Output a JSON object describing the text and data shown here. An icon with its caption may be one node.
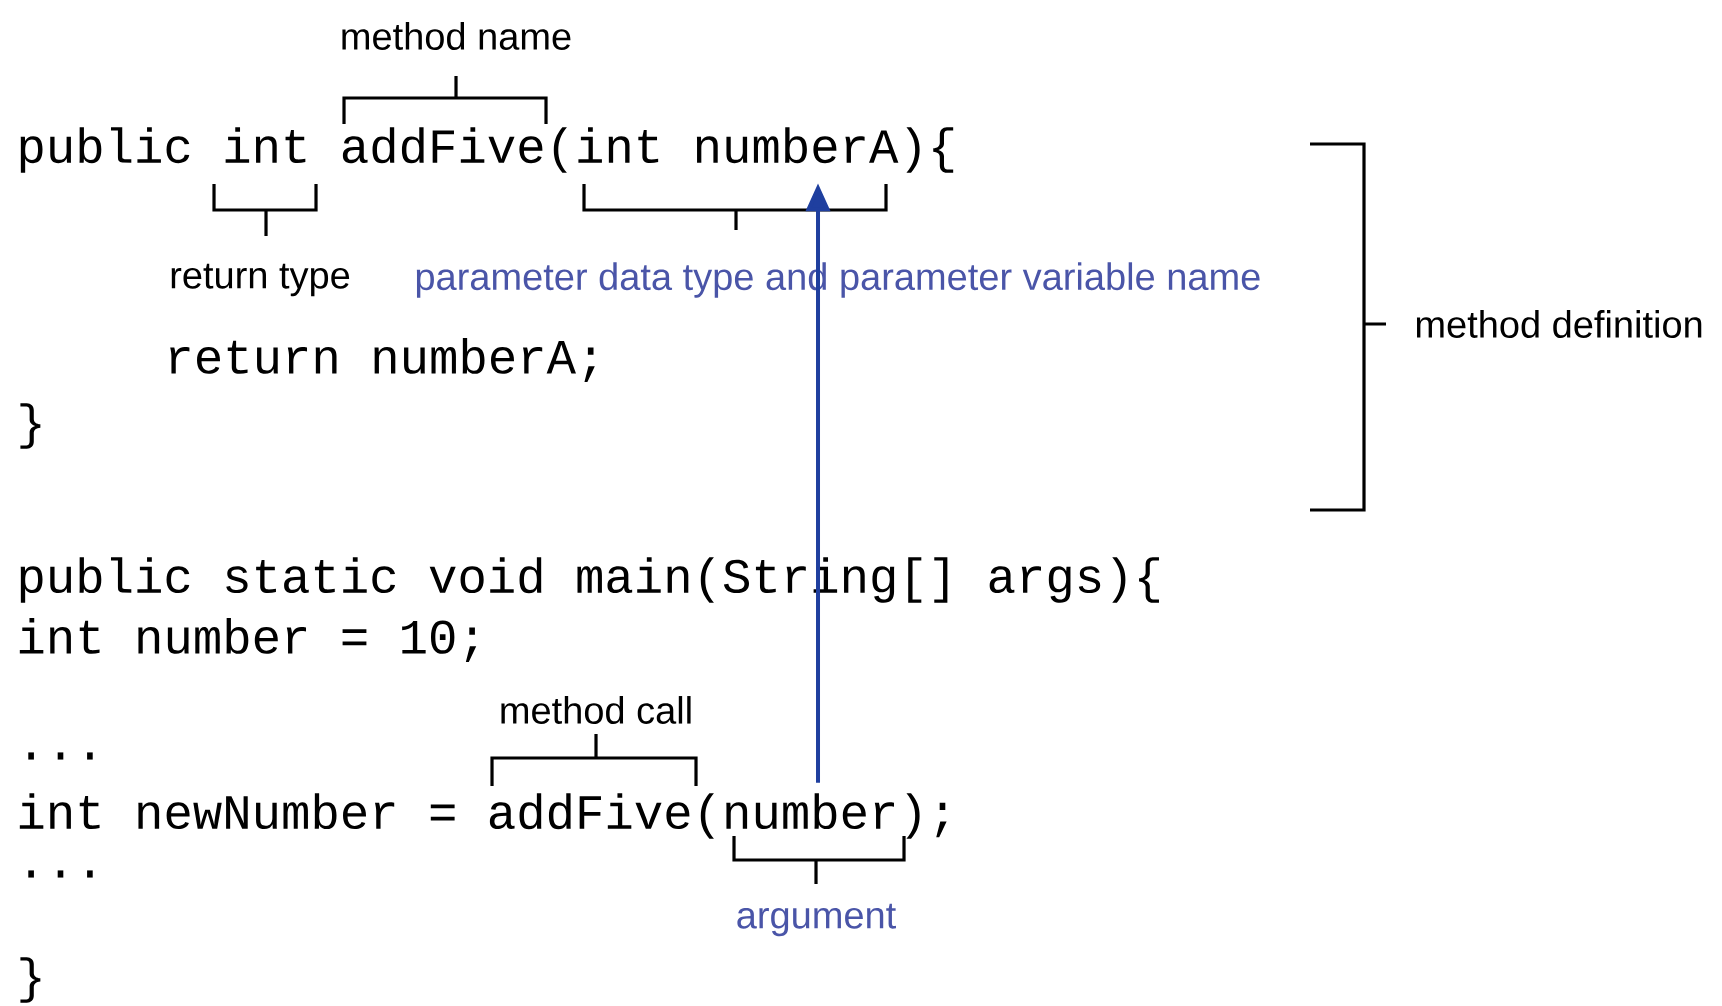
{
  "diagram": {
    "nodes": [
      {
        "text": [
          "public int addFive(int numberA){"
        ]
      },
      {
        "text": [
          "int newNumber = addFive(number);"
        ]
      }
    ],
    "edges": [
      {
        "from": 1,
        "to": 0,
        "arrow": "to"
      }
    ],
    "labels": [
      "method name",
      "return type",
      "parameter data type and parameter variable name",
      "return numberA;",
      "}",
      "method definition",
      "public static void main(String[] args){",
      "int number = 10;",
      "method call",
      "...",
      "...",
      "argument",
      "}"
    ]
  }
}
